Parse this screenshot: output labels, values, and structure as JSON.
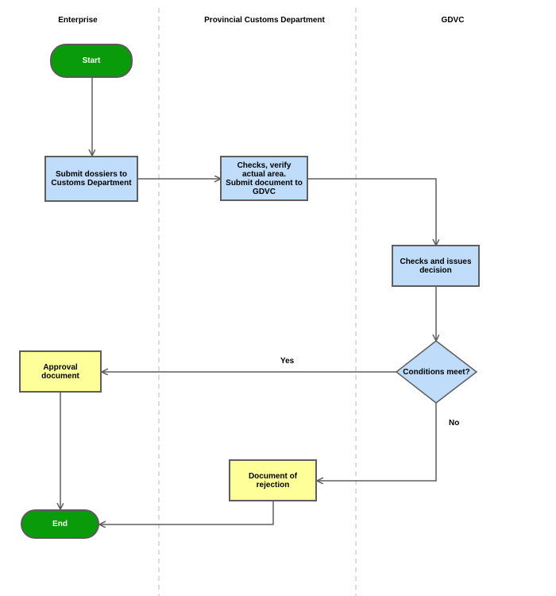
{
  "lanes": [
    {
      "title": "Enterprise"
    },
    {
      "title": "Provincial Customs Department"
    },
    {
      "title": "GDVC"
    }
  ],
  "nodes": {
    "start": "Start",
    "submit_dossiers": "Submit dossiers to Customs Department",
    "checks_verify": "Checks, verify actual area.\nSubmit document to GDVC",
    "checks_issues": "Checks and issues decision",
    "conditions": "Conditions meet?",
    "approval": "Approval document",
    "rejection": "Document of rejection",
    "end": "End"
  },
  "edges": {
    "yes_label": "Yes",
    "no_label": "No"
  },
  "colors": {
    "process_fill": "#bfdcfa",
    "document_fill": "#ffff99",
    "terminal_fill": "#0a9b0a",
    "stroke": "#5e5e5e"
  }
}
